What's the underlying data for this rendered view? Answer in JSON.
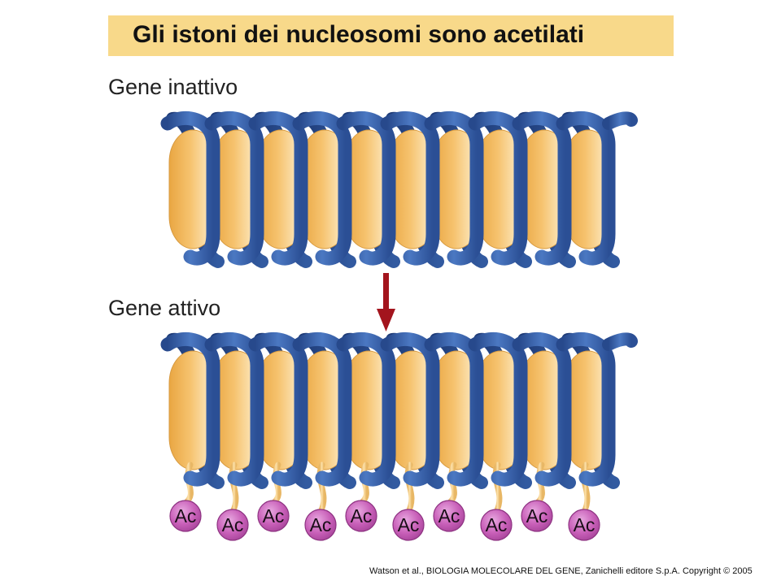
{
  "title": "Gli istoni dei nucleosomi sono acetilati",
  "sections": {
    "inactive": {
      "label": "Gene inattivo"
    },
    "active": {
      "label": "Gene attivo"
    }
  },
  "nucleosome_count": 10,
  "acetyl_labels": [
    "Ac",
    "Ac",
    "Ac",
    "Ac",
    "Ac",
    "Ac",
    "Ac",
    "Ac",
    "Ac",
    "Ac"
  ],
  "credit": "Watson et al., BIOLOGIA MOLECOLARE DEL GENE, Zanichelli editore S.p.A. Copyright © 2005",
  "colors": {
    "title_banner": "#f8d98a",
    "histone": "#f0b75a",
    "dna": "#3d66ad",
    "arrow": "#a3141d",
    "acetyl": "#c85fb8"
  }
}
